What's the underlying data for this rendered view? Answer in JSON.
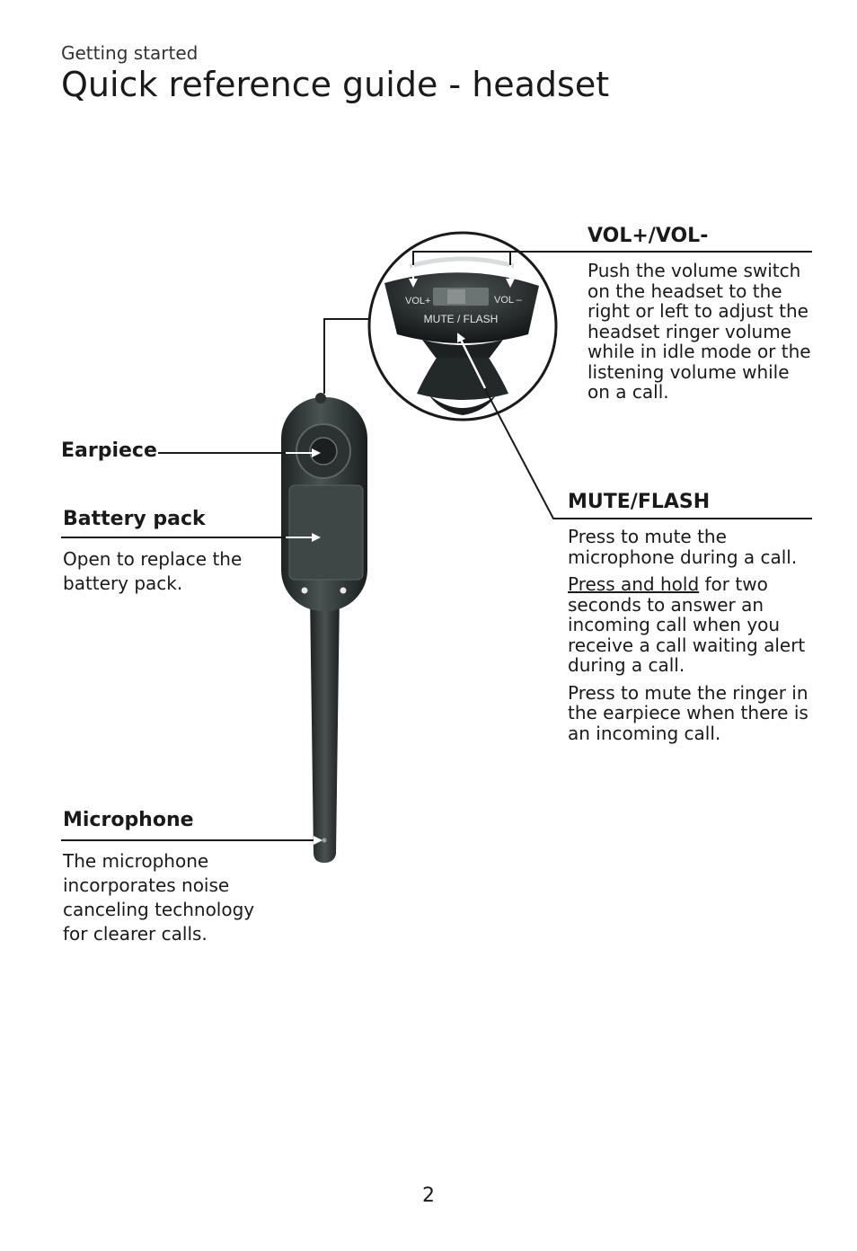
{
  "header": {
    "section": "Getting started",
    "title": "Quick reference guide - headset"
  },
  "callouts": {
    "vol": {
      "label": "VOL+/VOL-",
      "text": "Push the volume switch on the headset to the right or left to adjust the headset ringer volume while in idle mode or the listening volume while on a call."
    },
    "mute": {
      "label": "MUTE/FLASH",
      "p1": "Press to mute the microphone during a call.",
      "p2_emphasis": "Press and hold",
      "p2_rest": " for two seconds to answer an incoming call when you receive a call waiting alert during a call.",
      "p3": "Press to mute the ringer in the earpiece when there is an incoming call."
    },
    "earpiece": {
      "label": "Earpiece"
    },
    "battery": {
      "label": "Battery pack",
      "text": "Open to replace the battery pack."
    },
    "microphone": {
      "label": "Microphone",
      "text": "The microphone incorporates noise canceling technology for clearer calls."
    }
  },
  "device": {
    "vol_plus": "VOL+",
    "vol_minus": "VOL –",
    "mute_flash": "MUTE / FLASH"
  },
  "page_number": "2"
}
